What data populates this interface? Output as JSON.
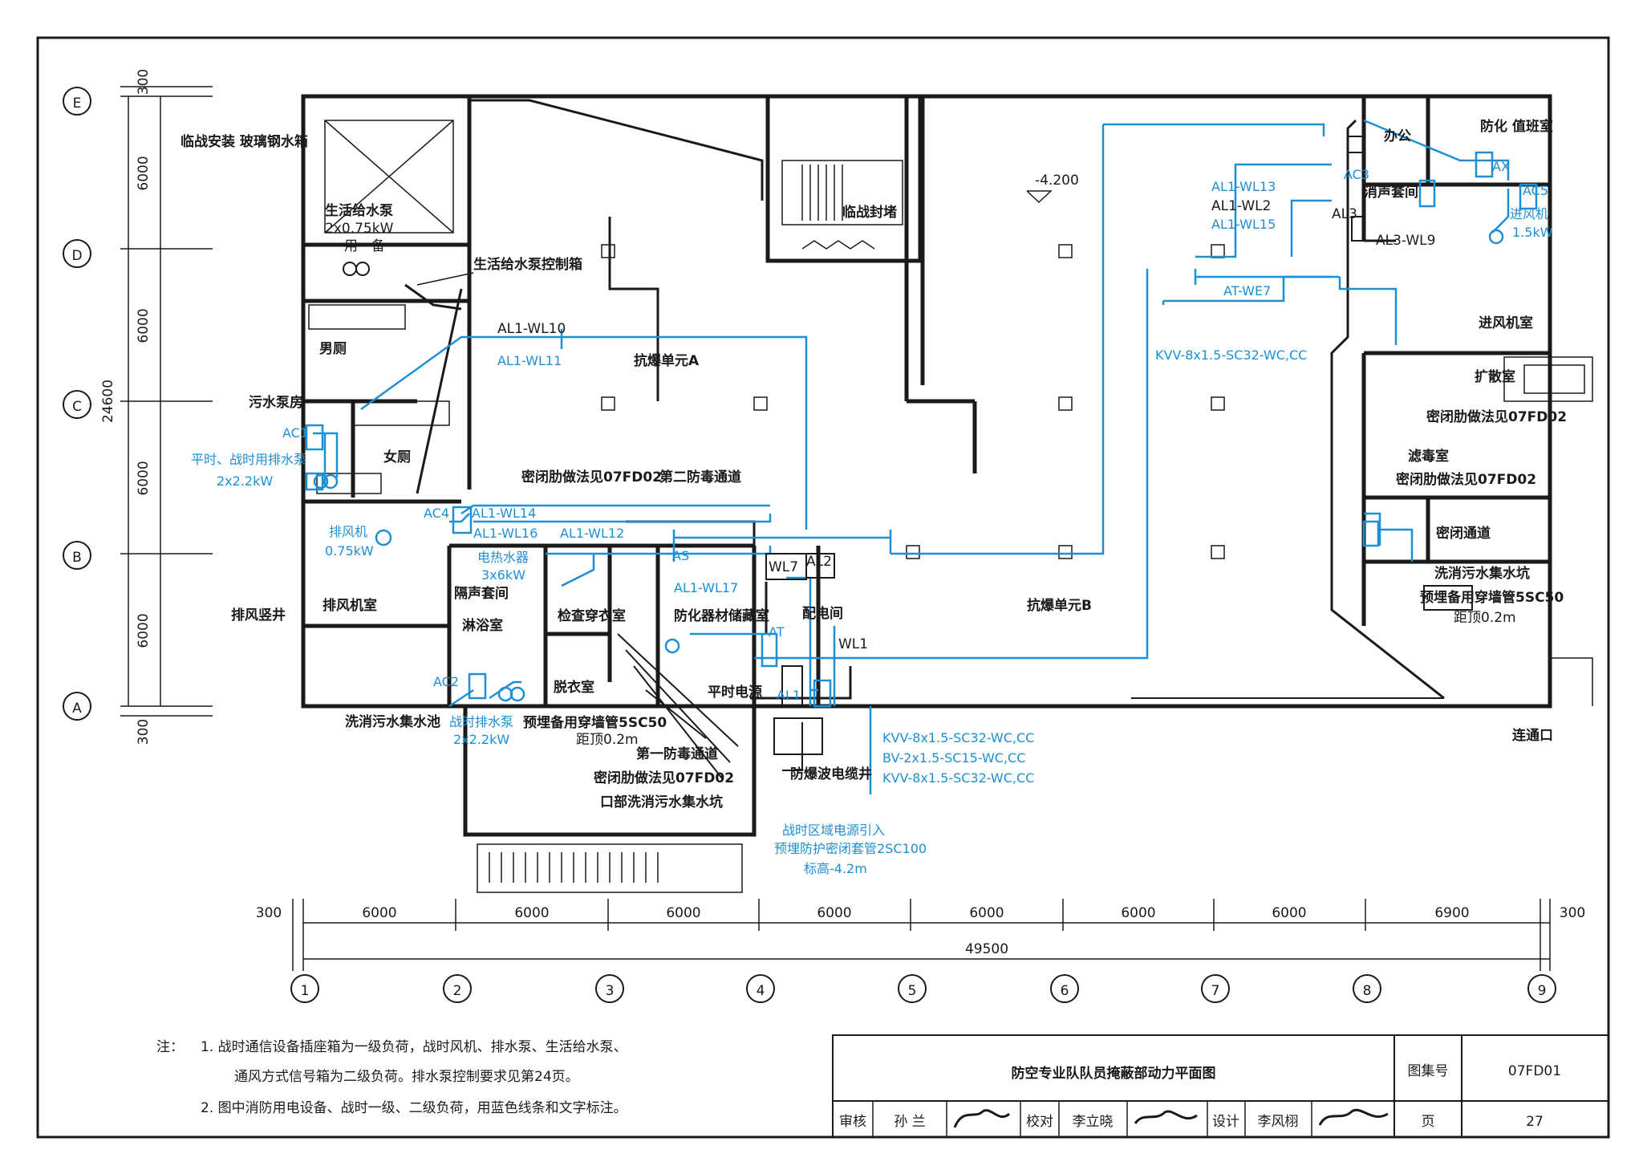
{
  "title_block": {
    "drawing_title": "防空专业队队员掩蔽部动力平面图",
    "atlas_label": "图集号",
    "atlas_no": "07FD01",
    "page_label": "页",
    "page_no": "27",
    "review_label": "审核",
    "reviewer": "孙 兰",
    "check_label": "校对",
    "checker": "李立晓",
    "design_label": "设计",
    "designer": "李风栩"
  },
  "notes": {
    "prefix": "注：",
    "line1": "1. 战时通信设备插座箱为一级负荷，战时风机、排水泵、生活给水泵、",
    "line2": "通风方式信号箱为二级负荷。排水泵控制要求见第24页。",
    "line3": "2. 图中消防用电设备、战时一级、二级负荷，用蓝色线条和文字标注。"
  },
  "axes": {
    "columns": [
      "1",
      "2",
      "3",
      "4",
      "5",
      "6",
      "7",
      "8",
      "9"
    ],
    "rows": [
      "E",
      "D",
      "C",
      "B",
      "A"
    ],
    "col_spacings": [
      "300",
      "6000",
      "6000",
      "6000",
      "6000",
      "6000",
      "6000",
      "6000",
      "6900",
      "300"
    ],
    "total_width": "49500",
    "row_spacings": [
      "300",
      "6000",
      "6000",
      "6000",
      "6000",
      "300"
    ],
    "total_depth": "24600"
  },
  "level": "-4.200",
  "rooms": {
    "unit_a": "抗爆单元A",
    "unit_b": "抗爆单元B",
    "male_wc": "男厕",
    "female_wc": "女厕",
    "sewage_pump_room": "污水泵房",
    "exhaust_room": "排风机室",
    "exhaust_shaft": "排风竖井",
    "shower": "淋浴室",
    "isolation": "隔声套间",
    "inspection": "检查穿衣室",
    "undress": "脱衣室",
    "chem_store": "防化器材储藏室",
    "power_dist": "配电间",
    "second_channel": "第二防毒通道",
    "first_channel": "第一防毒通道",
    "plain_valve": "平时电源",
    "temp_stair": "临战封堵",
    "silencer": "消声套间",
    "office": "办公",
    "duty_room": "防化 值班室",
    "intake_room": "进风机室",
    "expansion": "扩散室",
    "filter_room": "滤毒室",
    "sealed_channel": "密闭通道",
    "connection": "连通口",
    "blast_cable_shaft": "防爆波电缆井"
  },
  "annotations": {
    "tank": "临战安装 玻璃钢水箱",
    "supply_pump": "生活给水泵",
    "supply_pump_spec": "2x0.75kW",
    "supply_pump_mode": "一用一备",
    "supply_ctrl": "生活给水泵控制箱",
    "drain_pump_a": "平时、战时用排水泵",
    "drain_pump_a_spec": "2x2.2kW",
    "exhaust_fan": "排风机",
    "exhaust_fan_spec": "0.75kW",
    "heater": "电热水器",
    "heater_spec": "3x6kW",
    "drain_pump_b": "战时排水泵",
    "drain_pump_b_spec": "2x2.2kW",
    "seal_ref_1": "密闭肋做法见07FD02",
    "seal_ref_2": "密闭肋做法见07FD02",
    "seal_ref_3": "密闭肋做法见07FD02",
    "seal_ref_4": "密闭肋做法见07FD02",
    "reserve_pipe_a": "预埋备用穿墙管5SC50",
    "reserve_pipe_a_dist": "距顶0.2m",
    "reserve_pipe_b": "预埋备用穿墙管5SC50",
    "reserve_pipe_b_dist": "距顶0.2m",
    "wash_pit_a": "洗消污水集水池",
    "wash_pit_b": "口部洗消污水集水坑",
    "wash_pit_c": "洗消污水集水坑",
    "power_in": "战时区域电源引入",
    "power_in_pipe": "预埋防护密闭套管2SC100",
    "power_in_level": "标高-4.2m",
    "intake_fan": "进风机",
    "intake_fan_spec": "1.5kW"
  },
  "circuits": {
    "al1_wl10": "AL1-WL10",
    "al1_wl11": "AL1-WL11",
    "al1_wl14": "AL1-WL14",
    "al1_wl16": "AL1-WL16",
    "al1_wl12": "AL1-WL12",
    "al1_wl17": "AL1-WL17",
    "al1_wl13": "AL1-WL13",
    "al1_wl2": "AL1-WL2",
    "al1_wl15": "AL1-WL15",
    "at_we7": "AT-WE7",
    "al3_wl9": "AL3-WL9",
    "kvv_b": "KVV-8x1.5-SC32-WC,CC",
    "cable_1": "KVV-8x1.5-SC32-WC,CC",
    "cable_2": "BV-2x1.5-SC15-WC,CC",
    "cable_3": "KVV-8x1.5-SC32-WC,CC",
    "wl7": "WL7",
    "wl1": "WL1"
  },
  "equipment": {
    "ac1": "AC1",
    "ac2": "AC2",
    "ac3": "AC3",
    "ac4": "AC4",
    "ac5": "AC5",
    "al1": "AL1",
    "al2": "AL2",
    "al3": "AL3",
    "at": "AT",
    "as": "AS",
    "ax": "AX"
  },
  "colors": {
    "line": "#1a1a1a",
    "blue": "#1c8fd6"
  }
}
